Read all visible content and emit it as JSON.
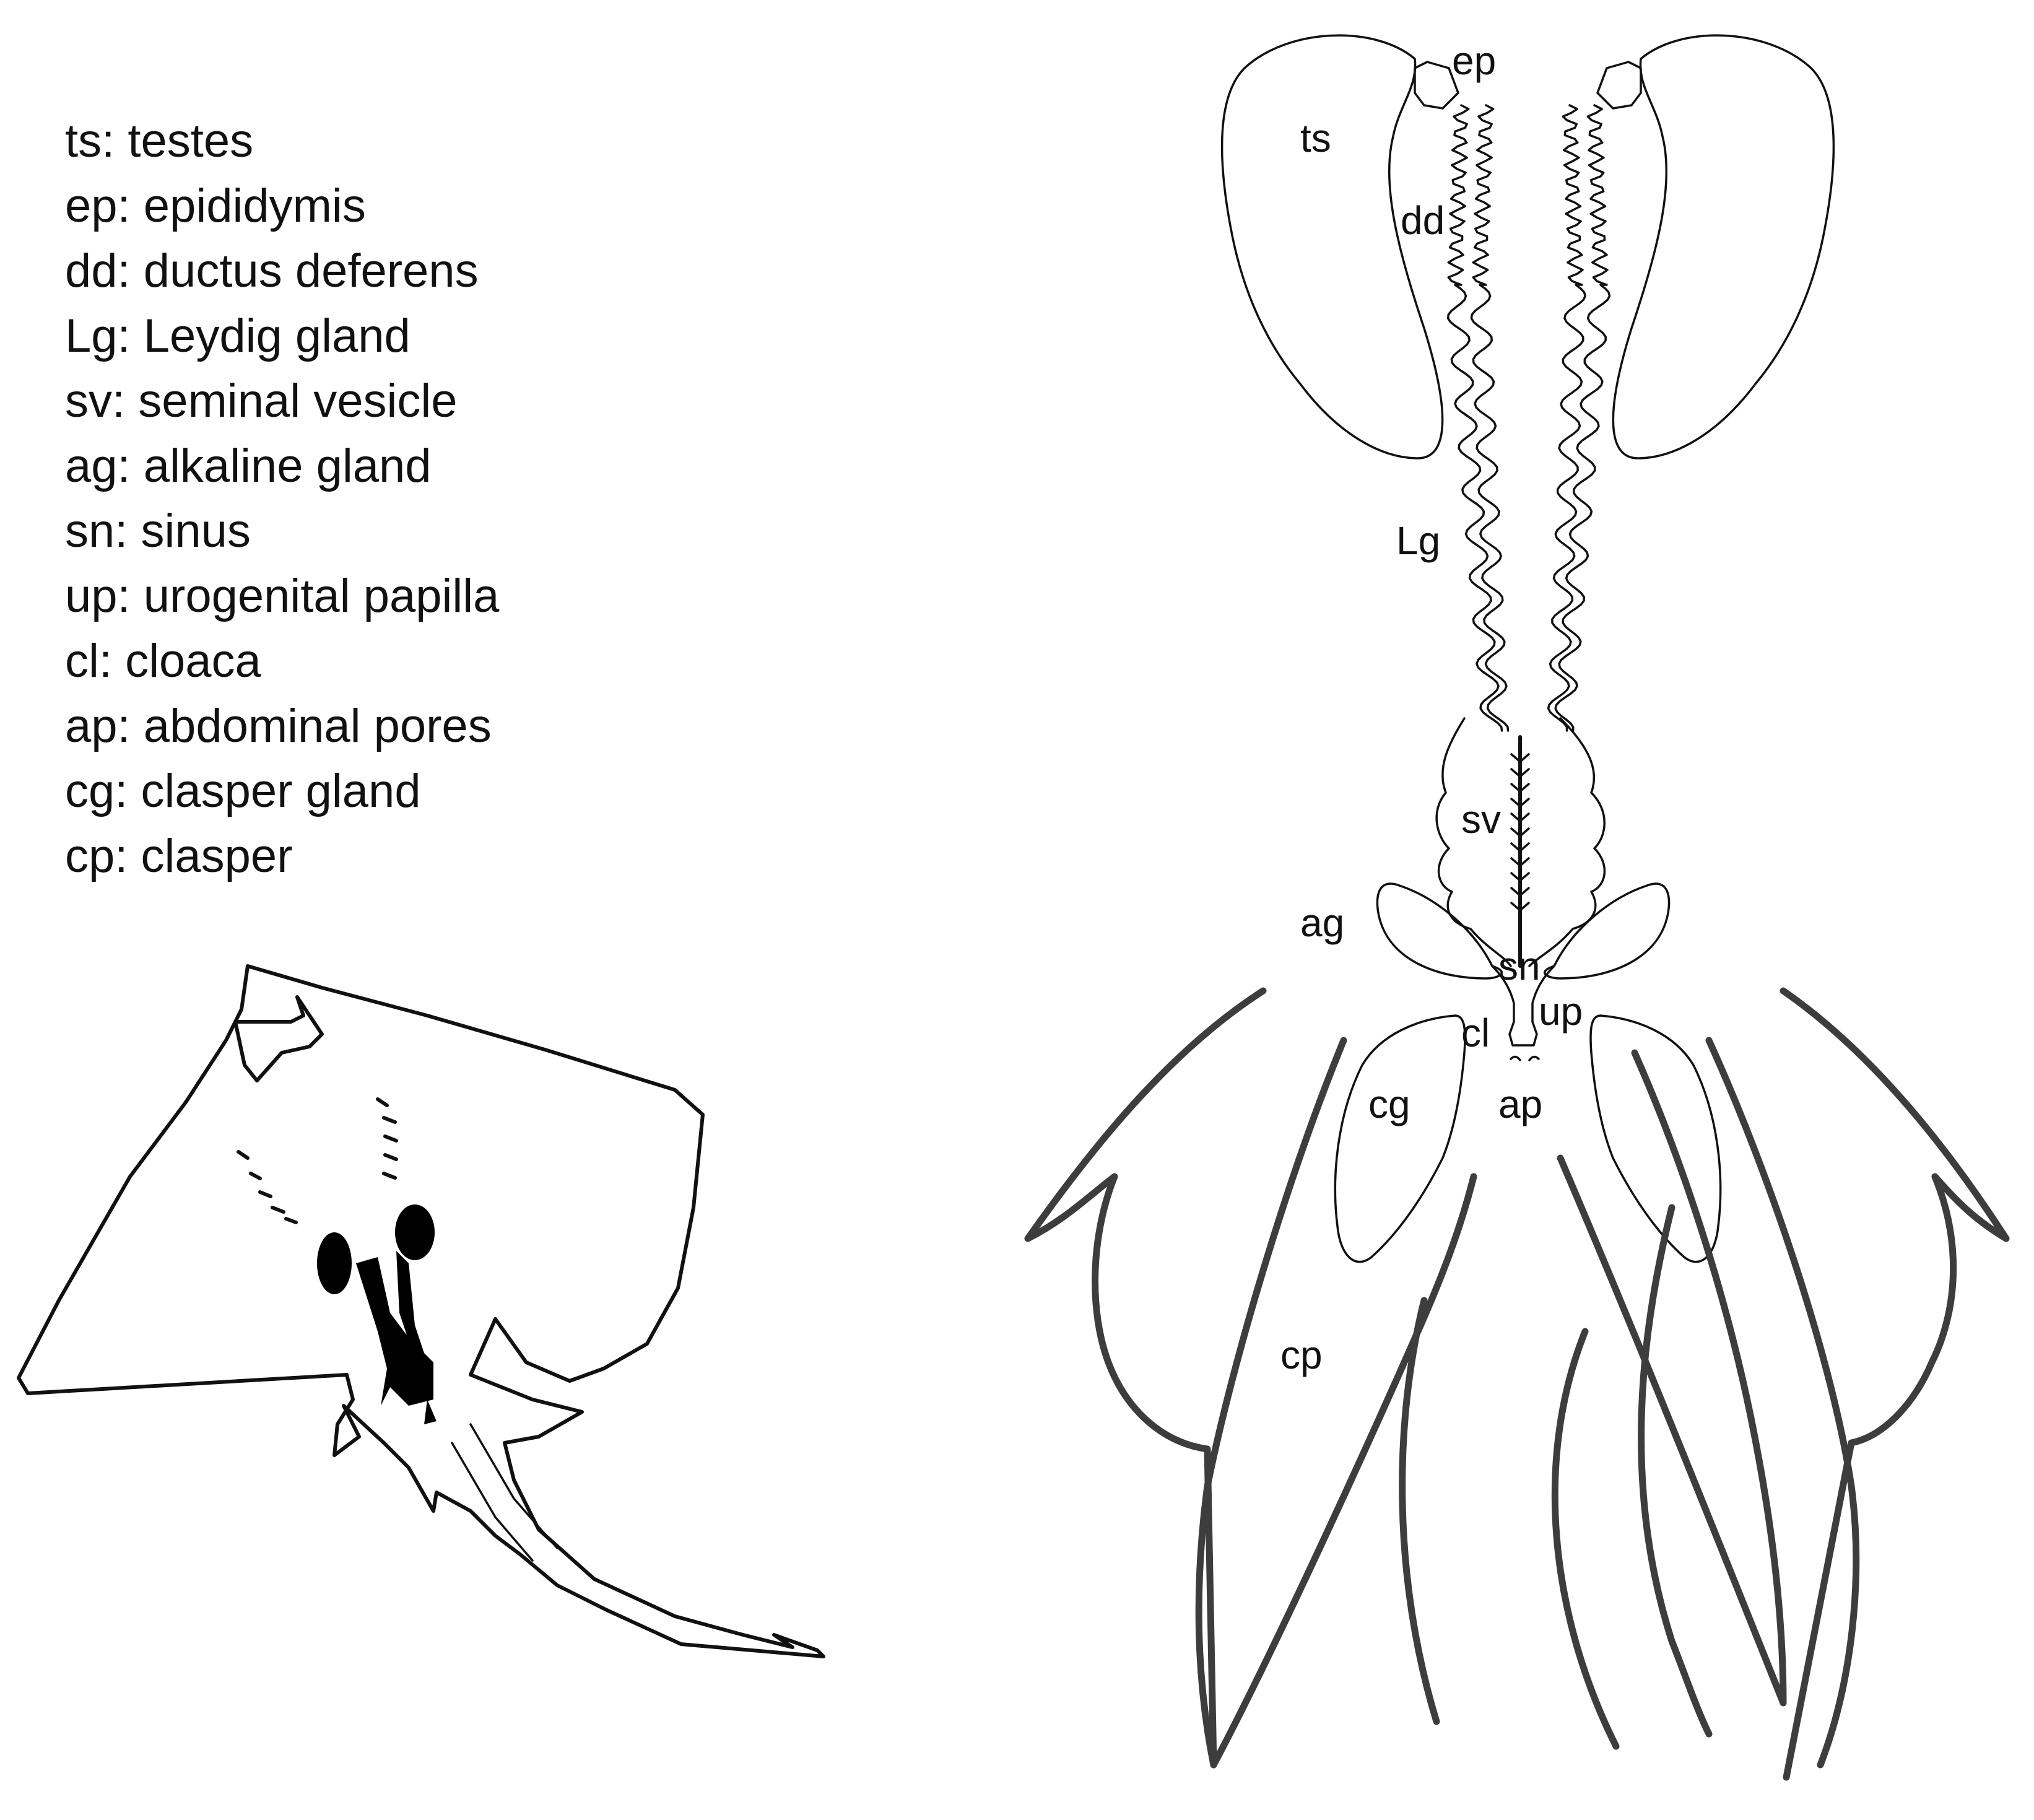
{
  "legend": [
    {
      "abbr": "ts",
      "name": "testes"
    },
    {
      "abbr": "ep",
      "name": "epididymis"
    },
    {
      "abbr": "dd",
      "name": "ductus deferens"
    },
    {
      "abbr": "Lg",
      "name": "Leydig gland"
    },
    {
      "abbr": "sv",
      "name": "seminal vesicle"
    },
    {
      "abbr": "ag",
      "name": "alkaline gland"
    },
    {
      "abbr": "sn",
      "name": "sinus"
    },
    {
      "abbr": "up",
      "name": "urogenital papilla"
    },
    {
      "abbr": "cl",
      "name": "cloaca"
    },
    {
      "abbr": "ap",
      "name": "abdominal pores"
    },
    {
      "abbr": "cg",
      "name": "clasper gland"
    },
    {
      "abbr": "cp",
      "name": "clasper"
    }
  ],
  "labels": {
    "ts": "ts",
    "ep": "ep",
    "dd": "dd",
    "Lg": "Lg",
    "sv": "sv",
    "ag": "ag",
    "sn": "sn",
    "up": "up",
    "cl": "cl",
    "cg": "cg",
    "ap": "ap",
    "cp": "cp"
  }
}
